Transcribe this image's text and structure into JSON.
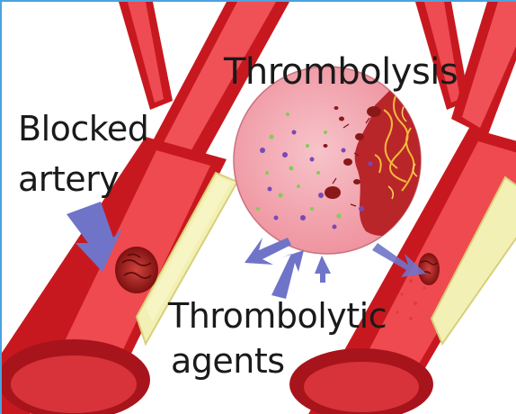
{
  "labels": {
    "blocked_line1": "Blocked",
    "blocked_line2": "artery",
    "thrombolysis": "Thrombolysis",
    "agents_line1": "Thrombolytic",
    "agents_line2": "agents"
  },
  "colors": {
    "frame_border": "#4aa3df",
    "vessel_dark": "#b8121b",
    "vessel_wall": "#e8434a",
    "vessel_inner": "#f26a6e",
    "plaque": "#f3f0b5",
    "plaque_edge": "#d8cf7a",
    "clot": "#9e1a1a",
    "magnifier_fill": "#f3a8b2",
    "arrow": "#6f74c9"
  }
}
